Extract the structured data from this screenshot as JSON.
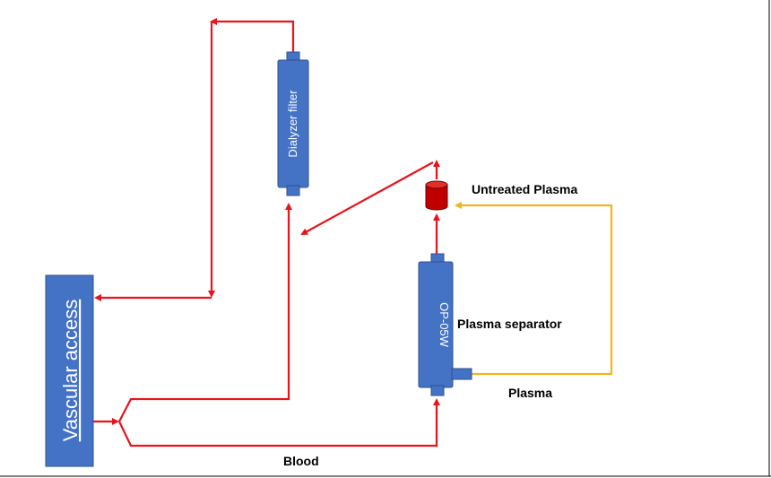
{
  "labels": {
    "vascular_access": "Vascular access",
    "dialyzer": "Dialyzer filter",
    "separator_code": "OP-05W",
    "separator": "Plasma separator",
    "untreated_plasma": "Untreated Plasma",
    "plasma": "Plasma",
    "blood": "Blood"
  },
  "colors": {
    "blood_line": "#e8131b",
    "plasma_line": "#f2b420",
    "device_fill": "#4472c4",
    "device_stroke": "#2f528f",
    "reservoir_fill": "#c00000"
  }
}
